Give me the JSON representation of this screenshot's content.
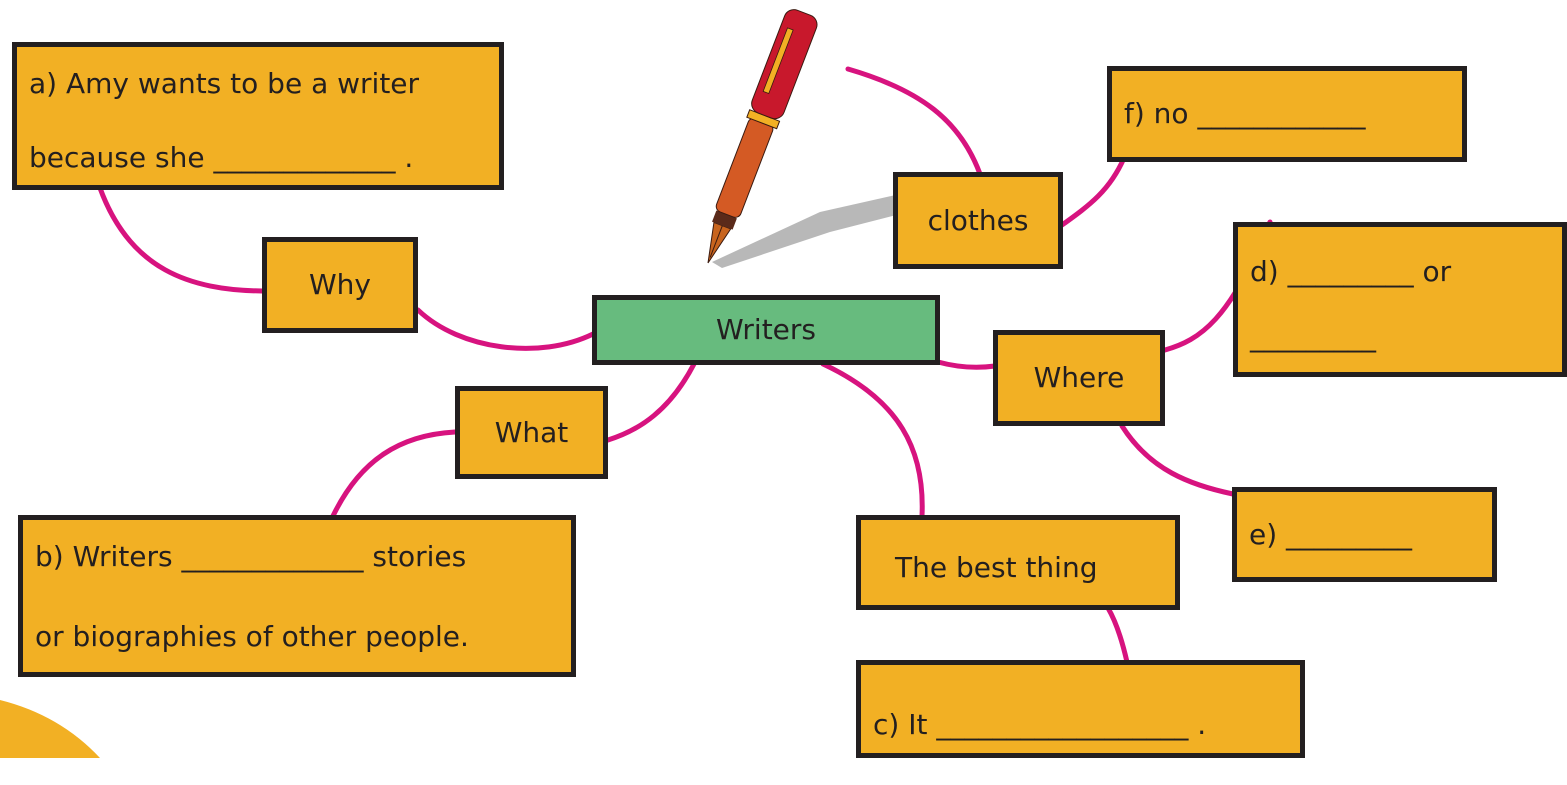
{
  "colors": {
    "box_fill": "#f2b024",
    "center_fill": "#67bb7e",
    "border": "#231f20",
    "connector": "#d7137f"
  },
  "icons": [
    "fountain-pen-icon"
  ],
  "center": {
    "label": "Writers"
  },
  "branches": {
    "why": "Why",
    "what": "What",
    "where": "Where",
    "best_thing": "The best thing",
    "clothes": "clothes"
  },
  "answers": {
    "a_line1": "a) Amy wants to be a writer",
    "a_line2": "because she _____________ .",
    "b_line1": "b) Writers _____________ stories",
    "b_line2": "or biographies of other people.",
    "c": "c) It __________________ .",
    "d_line1": "d) _________ or",
    "d_line2": "_________",
    "e": "e) _________",
    "f": "f) no ____________"
  }
}
